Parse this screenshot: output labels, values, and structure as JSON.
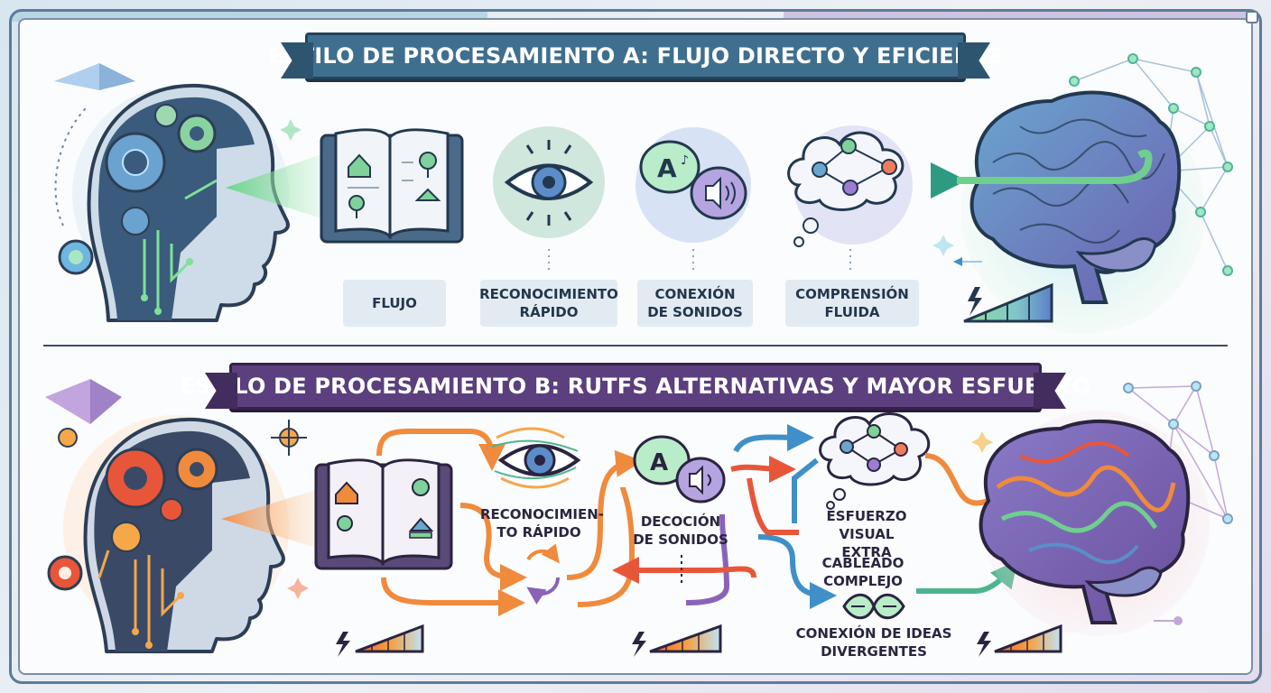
{
  "section_a": {
    "title": "ESTILO DE PROCESAMIENTO A: FLUJO DIRECTO Y EFICIENTE",
    "steps": [
      {
        "label": "FLUJO",
        "icon": "open-book-icon"
      },
      {
        "label": "RECONOCIMIENTO\nRÁPIDO",
        "icon": "eye-icon"
      },
      {
        "label": "CONEXIÓN\nDE SONIDOS",
        "icon": "speech-bubbles-icon"
      },
      {
        "label": "COMPRENSIÓN\nFLUIDA",
        "icon": "thought-cloud-icon"
      }
    ],
    "effort_icon": "lightning-effort-meter-icon"
  },
  "section_b": {
    "title": "ESTILO DE PROCESAMIENTO B: RUTFS ALTERNATIVAS Y MAYOR ESFUERZO",
    "steps": [
      {
        "label": "RECONOCIMIEN-\nTO RÁPIDO",
        "icon": "eye-icon"
      },
      {
        "label": "DECOCIÓN\nDE SONIDOS",
        "icon": "speech-bubbles-icon"
      },
      {
        "label": "ESFUERZO\nVISUAL EXTRA",
        "icon": "thought-cloud-icon"
      },
      {
        "label": "CABLEADO\nCOMPLEJO",
        "icon": "routes-icon"
      },
      {
        "label": "CONEXIÓN DE IDEAS\nDIVERGENTES",
        "icon": "infinity-icon"
      }
    ],
    "effort_icon": "lightning-effort-meter-icon"
  },
  "colors": {
    "section_a_banner": "#3f6f8e",
    "section_b_banner": "#5c3f7e",
    "flow_green": "#6fcf8f",
    "flow_orange": "#f08a3c",
    "flow_blue": "#3f8fc8",
    "flow_purple": "#8a63b8"
  }
}
